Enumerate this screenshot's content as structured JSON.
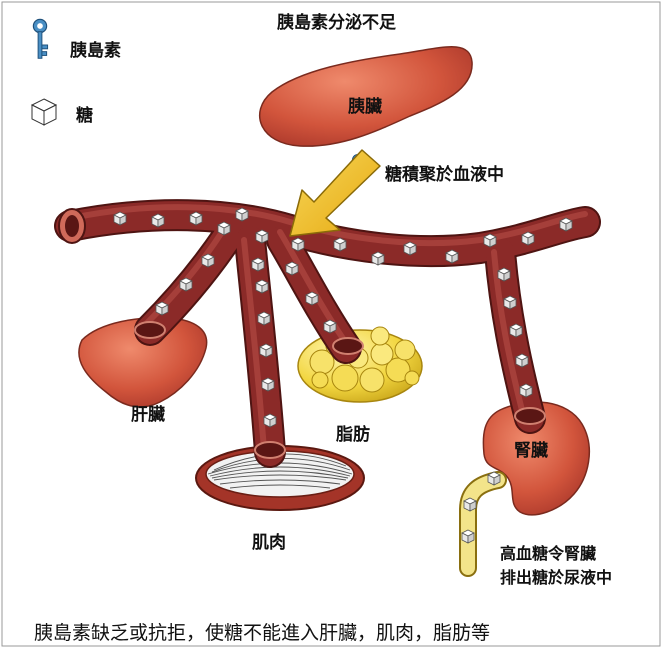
{
  "title": "胰島素分泌不足",
  "legend": {
    "insulin_label": "胰島素",
    "sugar_label": "糖",
    "insulin_icon": "key-icon",
    "sugar_icon": "cube-icon"
  },
  "organs": {
    "pancreas": "胰臟",
    "liver": "肝臟",
    "fat": "脂肪",
    "muscle": "肌肉",
    "kidney": "腎臟"
  },
  "annotations": {
    "sugar_accumulates": "糖積聚於血液中",
    "kidney_line1": "高血糖令腎臟",
    "kidney_line2": "排出糖於尿液中"
  },
  "caption": "胰島素缺乏或抗拒，使糖不能進入肝臟，肌肉，脂肪等",
  "colors": {
    "vessel": "#8b2a28",
    "vessel_highlight": "#b8504a",
    "organ": "#d2553c",
    "fat": "#f2d640",
    "key": "#4a8fc4",
    "arrow": "#f2c41e"
  }
}
